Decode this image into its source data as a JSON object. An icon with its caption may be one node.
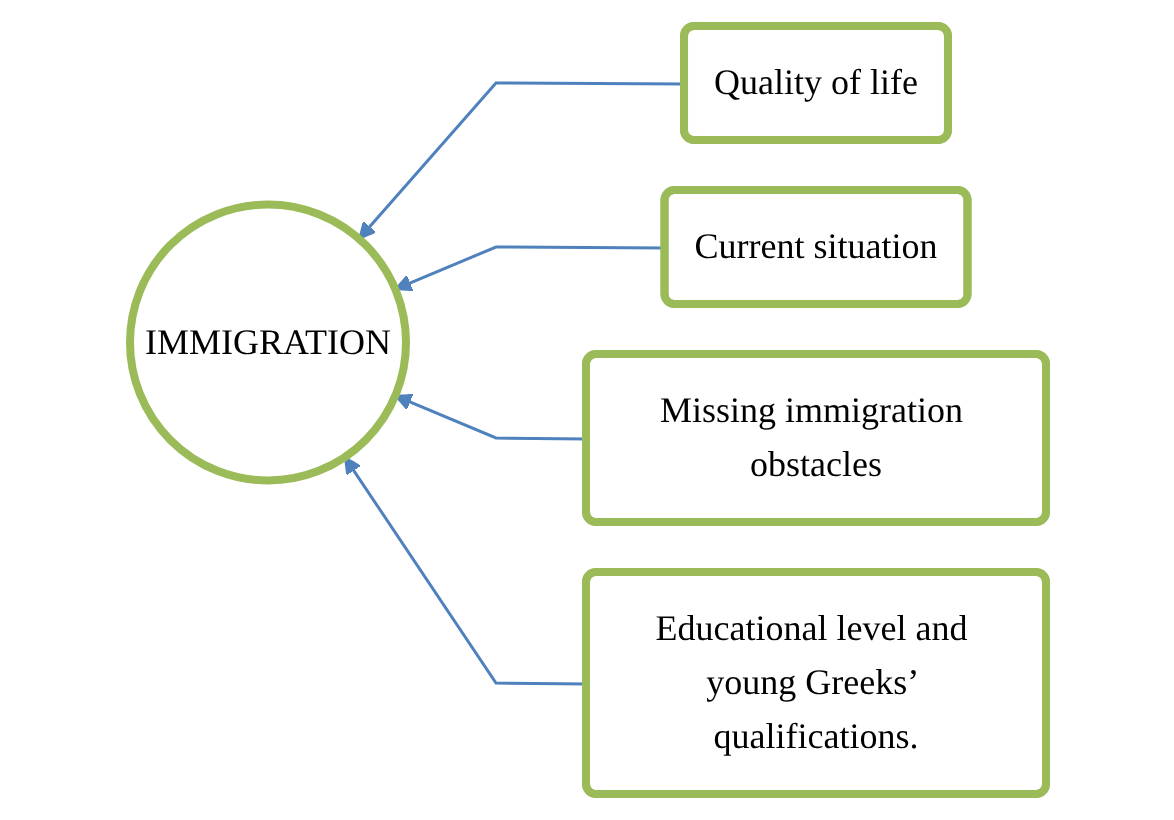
{
  "diagram": {
    "nodes": [
      {
        "text": [
          "IMMIGRATION"
        ]
      },
      {
        "text": [
          "Quality of life"
        ]
      },
      {
        "text": [
          "Current situation"
        ]
      },
      {
        "text": [
          "Missing immigration obstacles"
        ]
      },
      {
        "text": [
          "Educational level and young Greeks’ qualifications."
        ]
      }
    ],
    "edges": [
      {
        "from": 1,
        "to": 0,
        "arrow": "to"
      },
      {
        "from": 2,
        "to": 0,
        "arrow": "to"
      },
      {
        "from": 3,
        "to": 0,
        "arrow": "to"
      },
      {
        "from": 4,
        "to": 0,
        "arrow": "to"
      }
    ]
  }
}
